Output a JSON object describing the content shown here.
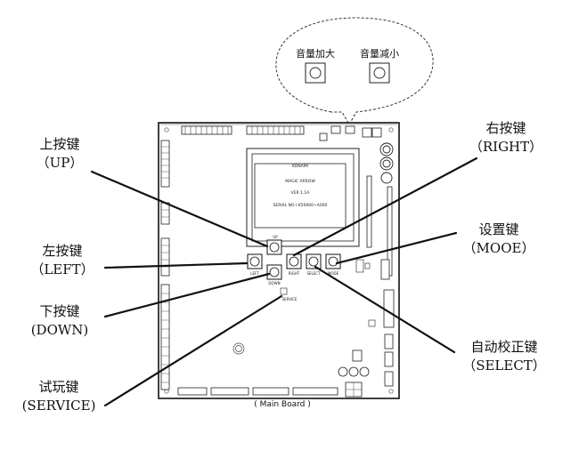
{
  "callouts": {
    "up": {
      "cn": "上按键",
      "en": "（UP）"
    },
    "left": {
      "cn": "左按键",
      "en": "（LEFT）"
    },
    "down": {
      "cn": "下按键",
      "en": "(DOWN)"
    },
    "service": {
      "cn": "试玩键",
      "en": "(SERVICE)"
    },
    "right": {
      "cn": "右按键",
      "en": "（RIGHT）"
    },
    "mode": {
      "cn": "设置键",
      "en": "（MOOE）"
    },
    "select": {
      "cn": "自动校正键",
      "en": "（SELECT）"
    }
  },
  "volume": {
    "up_label": "音量加大",
    "down_label": "音量减小"
  },
  "lcd": {
    "line1": "KONAMI",
    "line2": "MAGIC ARROW",
    "line3": "VER 1.1A",
    "line4": "SERIAL NO I K50000~A000"
  },
  "button_labels": {
    "up": "UP",
    "left": "LEFT",
    "right": "RIGHT",
    "down": "DOWN",
    "select": "SELECT",
    "mode": "MODE",
    "service": "SERVICE"
  },
  "board_caption": "( Main Board )"
}
